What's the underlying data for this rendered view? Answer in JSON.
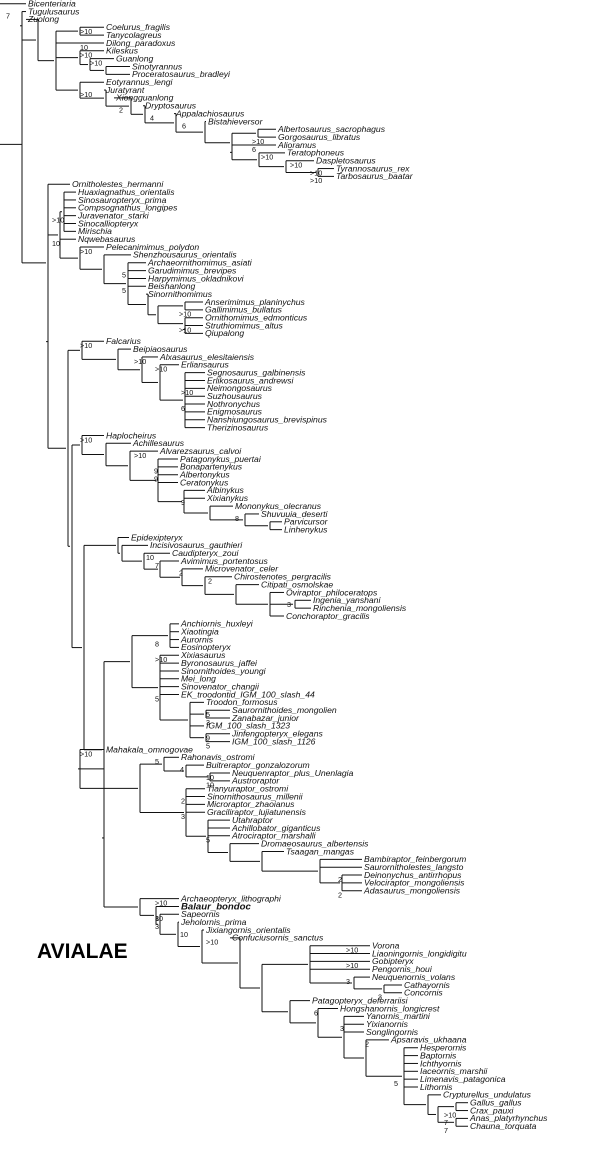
{
  "taxa": [
    "Bicenteriaria",
    "Tugulusaurus",
    "Zuolong",
    "Coelurus_fragilis",
    "Tanycolagreus",
    "Dilong_paradoxus",
    "Kileskus",
    "Guanlong",
    "Sinotyrannus",
    "Proceratosaurus_bradleyi",
    "Eotyrannus_lengi",
    "Juratyrant",
    "Xiongguanlong",
    "Dryptosaurus",
    "Appalachiosaurus",
    "Bistahieversor",
    "Albertosaurus_sacrophagus",
    "Gorgosaurus_libratus",
    "Alioramus",
    "Teratophoneus",
    "Daspletosaurus",
    "Tyrannosaurus_rex",
    "Tarbosaurus_baatar",
    "Ornitholestes_hermanni",
    "Huaxiagnathus_orientalis",
    "Sinosauropteryx_prima",
    "Compsognathus_longipes",
    "Juravenator_starki",
    "Sinocalliopteryx",
    "Mirischia",
    "Nqwebasaurus",
    "Pelecanimimus_polydon",
    "Shenzhousaurus_orientalis",
    "Archaeornithomimus_asiati",
    "Garudimimus_brevipes",
    "Harpymimus_okladnikovi",
    "Beishanlong",
    "Sinornithomimus",
    "Anserimimus_planinychus",
    "Gallimimus_bullatus",
    "Ornithomimus_edmonticus",
    "Struthiomimus_altus",
    "Qiupalong",
    "Falcarius",
    "Beipiaosaurus",
    "Alxasaurus_elesitaiensis",
    "Erliansaurus",
    "Segnosaurus_galbinensis",
    "Erlikosaurus_andrewsi",
    "Neimongosaurus",
    "Suzhousaurus",
    "Nothronychus",
    "Enigmosaurus",
    "Nanshiungosaurus_brevispinus",
    "Therizinosaurus",
    "Haplocheirus",
    "Achillesaurus",
    "Alvarezsaurus_calvoi",
    "Patagonykus_puertai",
    "Bonapartenykus",
    "Albertonykus",
    "Ceratonykus",
    "Albinykus",
    "Xixianykus",
    "Mononykus_olecranus",
    "Shuvuuia_deserti",
    "Parvicursor",
    "Linhenykus",
    "Epidexipteryx",
    "Incisivosaurus_gauthieri",
    "Caudipteryx_zoui",
    "Avimimus_portentosus",
    "Microvenator_celer",
    "Chirostenotes_pergracilis",
    "Citipati_osmolskae",
    "Oviraptor_philoceratops",
    "Ingenia_yanshani",
    "Rinchenia_mongoliensis",
    "Conchoraptor_gracilis",
    "Anchiornis_huxleyi",
    "Xiaotingia",
    "Aurornis",
    "Eosinopteryx",
    "Xixiasaurus",
    "Byronosaurus_jaffei",
    "Sinornithoides_youngi",
    "Mei_long",
    "Sinovenator_changii",
    "EK_troodontid_IGM_100_slash_44",
    "Troodon_formosus",
    "Saurornithoides_mongolien",
    "Zanabazar_junior",
    "IGM_100_slash_1323",
    "Jinfengopteryx_elegans",
    "IGM_100_slash_1126",
    "Mahakala_omnogovae",
    "Rahonavis_ostromi",
    "Buitreraptor_gonzalozorum",
    "Neuquenraptor_plus_Unenlagia",
    "Austroraptor",
    "Tianyuraptor_ostromi",
    "Sinornithosaurus_millenii",
    "Microraptor_zhaoianus",
    "Graciliraptor_lujiatunensis",
    "Utahraptor",
    "Achillobator_giganticus",
    "Atrociraptor_marshalli",
    "Dromaeosaurus_albertensis",
    "Tsaagan_mangas",
    "Bambiraptor_feinbergorum",
    "Saurornitholestes_langsto",
    "Deinonychus_antirrhopus",
    "Velociraptor_mongoliensis",
    "Adasaurus_mongoliensis",
    "Archaeopteryx_lithographi",
    "Balaur_bondoc",
    "Sapeornis",
    "Jeholornis_prima",
    "Jixiangornis_orientalis",
    "Confuciusornis_sanctus",
    "Vorona",
    "Liaoningornis_longidigitu",
    "Gobipteryx",
    "Pengornis_houi",
    "Neuquenornis_volans",
    "Cathayornis",
    "Concornis",
    "Patagopteryx_deferrariisi",
    "Hongshanornis_longicrest",
    "Yanornis_martini",
    "Yixianornis",
    "Songlingornis",
    "Apsaravis_ukhaana",
    "Hesperornis",
    "Baptornis",
    "Ichthyornis",
    "Iaceornis_marshii",
    "Limenavis_patagonica",
    "Lithornis",
    "Crypturellus_undulatus",
    "Gallus_gallus",
    "Crax_pauxi",
    "Anas_platyrhynchus",
    "Chauna_torquata"
  ],
  "highlight_taxon": "Balaur_bondoc",
  "clade_label": "AVIALAE",
  "supports": [
    {
      "value": ">10",
      "near": "Coelurus_fragilis"
    },
    {
      "value": "10",
      "near": "Dilong_paradoxus"
    },
    {
      "value": ">10",
      "near": "Kileskus"
    },
    {
      "value": ">10",
      "near": "Guanlong"
    },
    {
      "value": "7",
      "near": "Tugulusaurus"
    },
    {
      "value": ">10",
      "near": "Juratyrant"
    },
    {
      "value": "2",
      "near": "Dryptosaurus"
    },
    {
      "value": "4",
      "near": "Appalachiosaurus"
    },
    {
      "value": "6",
      "near": "Bistahieversor"
    },
    {
      "value": "6",
      "near": "Alioramus"
    },
    {
      "value": ">10",
      "near": "Gorgosaurus_libratus"
    },
    {
      "value": ">10",
      "near": "Teratophoneus"
    },
    {
      "value": ">10",
      "near": "Daspletosaurus"
    },
    {
      "value": ">10",
      "near": "Tyrannosaurus_rex"
    },
    {
      "value": ">10",
      "near": "Tarbosaurus_baatar"
    },
    {
      "value": ">10",
      "near": "Juravenator_starki"
    },
    {
      "value": ">10",
      "near": "Pelecanimimus_polydon"
    },
    {
      "value": "5",
      "near": "Garudimimus_brevipes"
    },
    {
      "value": "5",
      "near": "Beishanlong"
    },
    {
      "value": ">10",
      "near": "Gallimimus_bullatus"
    },
    {
      "value": ">10",
      "near": "Struthiomimus_altus"
    },
    {
      "value": "10",
      "near": "Nqwebasaurus"
    },
    {
      "value": ">10",
      "near": "Falcarius"
    },
    {
      "value": ">10",
      "near": "Alxasaurus_elesitaiensis"
    },
    {
      "value": ">10",
      "near": "Erliansaurus"
    },
    {
      "value": ">10",
      "near": "Neimongosaurus"
    },
    {
      "value": "6",
      "near": "Nothronychus"
    },
    {
      "value": ">10",
      "near": "Haplocheirus"
    },
    {
      "value": ">10",
      "near": "Alvarezsaurus_calvoi"
    },
    {
      "value": "9",
      "near": "Bonapartenykus"
    },
    {
      "value": "9",
      "near": "Albertonykus"
    },
    {
      "value": "9",
      "near": "Xixianykus"
    },
    {
      "value": "8",
      "near": "Shuvuuia_deserti"
    },
    {
      "value": "10",
      "near": "Caudipteryx_zoui"
    },
    {
      "value": "7",
      "near": "Avimimus_portentosus"
    },
    {
      "value": "2",
      "near": "Microvenator_celer"
    },
    {
      "value": "2",
      "near": "Chirostenotes_pergracilis"
    },
    {
      "value": "3",
      "near": "Ingenia_yanshani"
    },
    {
      "value": "8",
      "near": "Aurornis"
    },
    {
      "value": ">10",
      "near": "Xixiasaurus"
    },
    {
      "value": "5",
      "near": "EK_troodontid_IGM_100_slash_44"
    },
    {
      "value": "5",
      "near": "Saurornithoides_mongolien"
    },
    {
      "value": "3",
      "near": "Zanabazar_junior"
    },
    {
      "value": "9",
      "near": "Jinfengopteryx_elegans"
    },
    {
      "value": "5",
      "near": "IGM_100_slash_1126"
    },
    {
      "value": ">10",
      "near": "Mahakala_omnogovae"
    },
    {
      "value": "5",
      "near": "Rahonavis_ostromi"
    },
    {
      "value": "4",
      "near": "Buitreraptor_gonzalozorum"
    },
    {
      "value": "10",
      "near": "Neuquenraptor_plus_Unenlagia"
    },
    {
      "value": "10",
      "near": "Austroraptor"
    },
    {
      "value": "2",
      "near": "Sinornithosaurus_millenii"
    },
    {
      "value": "3",
      "near": "Graciliraptor_lujiatunensis"
    },
    {
      "value": "5",
      "near": "Atrociraptor_marshalli"
    },
    {
      "value": ">10",
      "near": "Archaeopteryx_lithographi"
    },
    {
      "value": "2",
      "near": "Deinonychus_antirrhopus"
    },
    {
      "value": "2",
      "near": "Adasaurus_mongoliensis"
    },
    {
      "value": "10",
      "near": "Sapeornis"
    },
    {
      "value": "3",
      "near": "Sapeornis"
    },
    {
      "value": "3",
      "near": "Jeholornis_prima"
    },
    {
      "value": "10",
      "near": "Jixiangornis_orientalis"
    },
    {
      "value": ">10",
      "near": "Confuciusornis_sanctus"
    },
    {
      "value": ">10",
      "near": "Vorona"
    },
    {
      "value": ">10",
      "near": "Gobipteryx"
    },
    {
      "value": "3",
      "near": "Neuquenornis_volans"
    },
    {
      "value": "3",
      "near": "Concornis"
    },
    {
      "value": "6",
      "near": "Hongshanornis_longicrest"
    },
    {
      "value": "3",
      "near": "Yixianornis"
    },
    {
      "value": "2",
      "near": "Apsaravis_ukhaana"
    },
    {
      "value": "5",
      "near": "Limenavis_patagonica"
    },
    {
      "value": ">10",
      "near": "Crax_pauxi"
    },
    {
      "value": "7",
      "near": "Anas_platyrhynchus"
    },
    {
      "value": "7",
      "near": "Chauna_torquata"
    }
  ]
}
